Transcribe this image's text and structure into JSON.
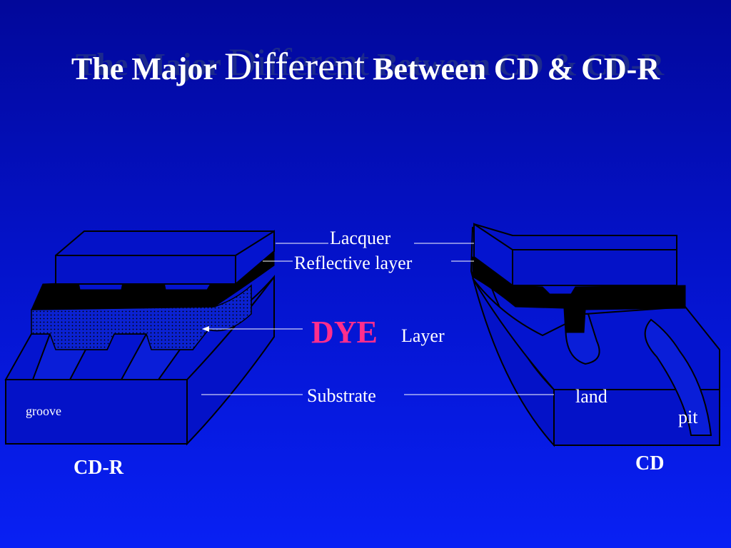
{
  "title": {
    "part1": "The Major ",
    "part2": "Different",
    "part3": " Between CD & CD-R"
  },
  "labels": {
    "lacquer": "Lacquer",
    "reflective": "Reflective layer",
    "dye": "DYE",
    "dye_layer": "Layer",
    "substrate": "Substrate",
    "land": "land",
    "pit": "pit",
    "groove": "groove",
    "cdr": "CD-R",
    "cd": "CD"
  },
  "colors": {
    "background_top": "#02089a",
    "background_bottom": "#0820f4",
    "dye_text": "#ff2e8c",
    "label_text": "#ffffff",
    "outline": "#000000"
  }
}
